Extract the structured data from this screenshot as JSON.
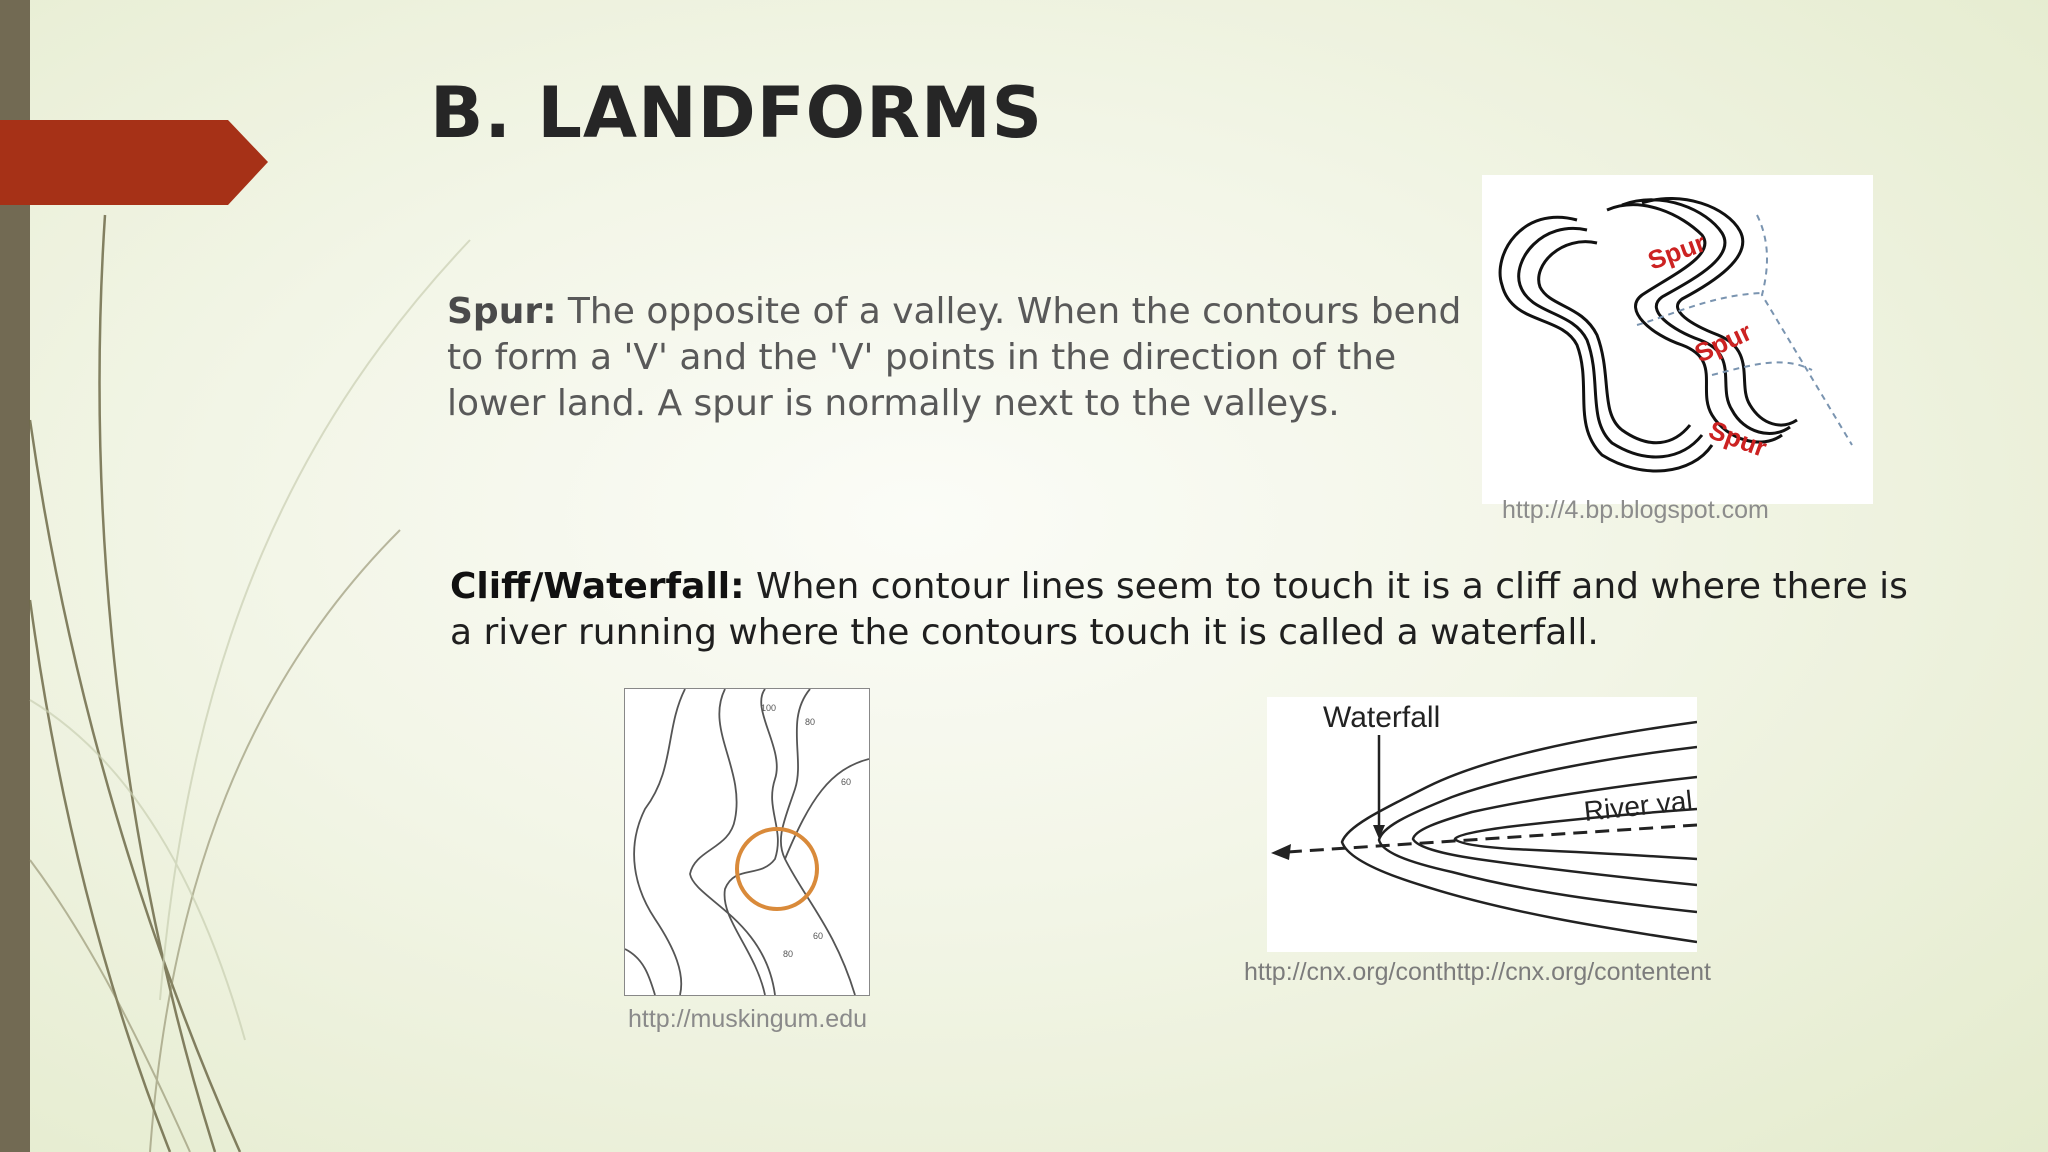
{
  "slide": {
    "title": "B.  LANDFORMS",
    "colors": {
      "accent_tab": "#a63117",
      "left_bar": "#726a53",
      "label_red": "#cc2222",
      "circle": "#d98a3a"
    }
  },
  "spur": {
    "term": "Spur:",
    "description": "  The opposite of a valley. When the contours bend to form a 'V' and the 'V' points in the direction of the lower land.  A spur is normally next to the valleys.",
    "image_labels": [
      "Spur",
      "Spur",
      "Spur"
    ],
    "caption": "http://4.bp.blogspot.com"
  },
  "cliff": {
    "term": "Cliff/Waterfall:",
    "description": " When contour lines seem to touch it is a cliff and where there is a river running where the contours touch it is called a waterfall.",
    "contour_map": {
      "labels": [
        "100",
        "80",
        "60",
        "60",
        "80"
      ],
      "caption": "http://muskingum.edu"
    },
    "waterfall_diagram": {
      "title": "Waterfall",
      "river_label": "River val",
      "caption": "http://cnx.org/conthttp://cnx.org/contentent"
    }
  }
}
